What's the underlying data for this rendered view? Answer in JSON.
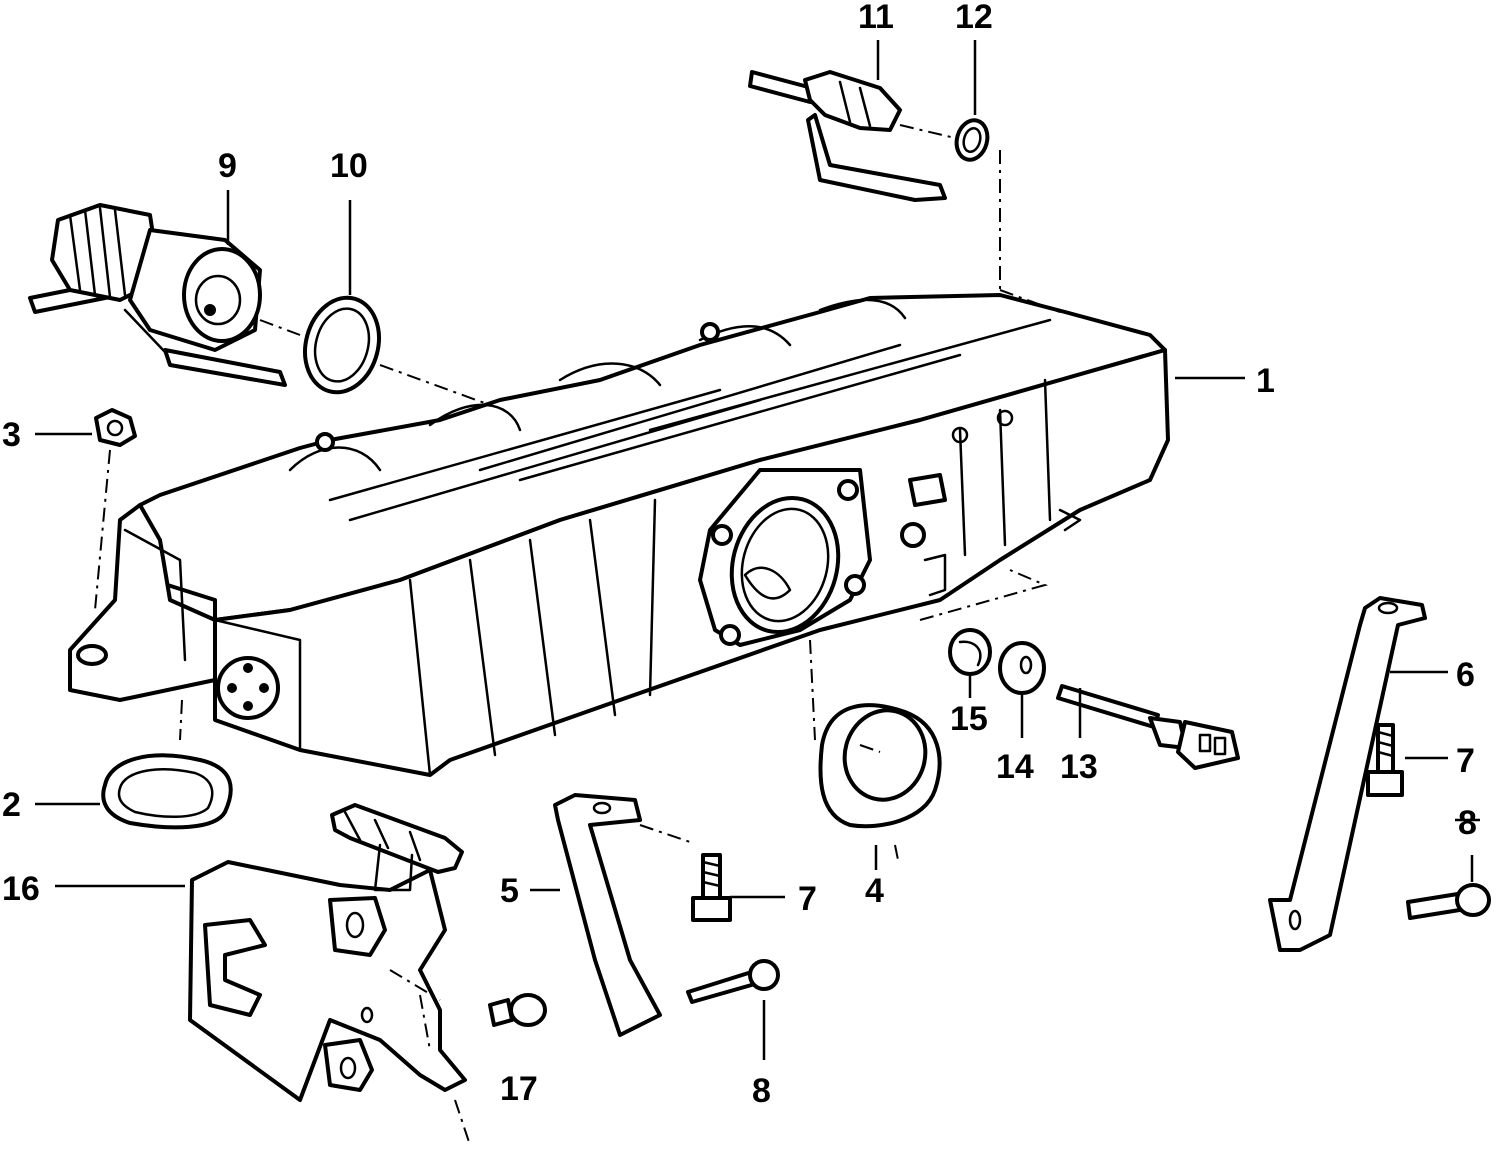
{
  "callouts": [
    {
      "id": "1",
      "label": "1"
    },
    {
      "id": "2",
      "label": "2"
    },
    {
      "id": "3",
      "label": "3"
    },
    {
      "id": "4",
      "label": "4"
    },
    {
      "id": "5",
      "label": "5"
    },
    {
      "id": "6",
      "label": "6"
    },
    {
      "id": "7a",
      "label": "7"
    },
    {
      "id": "7b",
      "label": "7"
    },
    {
      "id": "8a",
      "label": "8"
    },
    {
      "id": "8b",
      "label": "8"
    },
    {
      "id": "9",
      "label": "9"
    },
    {
      "id": "10",
      "label": "10"
    },
    {
      "id": "11",
      "label": "11"
    },
    {
      "id": "12",
      "label": "12"
    },
    {
      "id": "13",
      "label": "13"
    },
    {
      "id": "14",
      "label": "14"
    },
    {
      "id": "15",
      "label": "15"
    },
    {
      "id": "16",
      "label": "16"
    },
    {
      "id": "17",
      "label": "17"
    }
  ],
  "colors": {
    "line": "#000000",
    "background": "#ffffff"
  }
}
